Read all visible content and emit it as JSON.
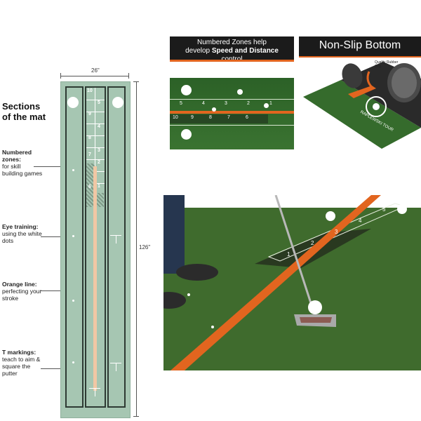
{
  "diagram": {
    "title_line1": "Sections",
    "title_line2": "of the mat",
    "width_label": "26\"",
    "length_label": "126\"",
    "sections": [
      {
        "name": "Numbered zones:",
        "desc": "for skill building games"
      },
      {
        "name": "Eye training:",
        "desc": "using the white dots"
      },
      {
        "name": "Orange line:",
        "desc": "perfecting your stroke"
      },
      {
        "name": "T markings:",
        "desc": "teach to aim & square the putter"
      }
    ],
    "zone_numbers_left": [
      "10",
      "9",
      "8",
      "7",
      "6"
    ],
    "zone_numbers_right": [
      "5",
      "4",
      "3",
      "2",
      "1"
    ]
  },
  "banner1": {
    "line1": "Numbered Zones help",
    "line2_pre": "develop ",
    "line2_bold": "Speed and Distance",
    "line3": "control"
  },
  "banner2": {
    "label": "Non-Slip Bottom"
  },
  "photo1": {
    "top_numbers": [
      "5",
      "4",
      "3",
      "2",
      "1"
    ],
    "bottom_numbers": [
      "10",
      "9",
      "8",
      "7",
      "6"
    ]
  },
  "photo2": {
    "grip_label": "Quality Rubber Grip",
    "brand": "RAPLEWSKI TOUR"
  },
  "photo3": {
    "numbers": [
      "1",
      "2",
      "3",
      "4",
      "5"
    ]
  },
  "colors": {
    "mat_green": "#3f6b2d",
    "orange": "#e2651f",
    "diagram_mat": "#a6c6b2"
  }
}
